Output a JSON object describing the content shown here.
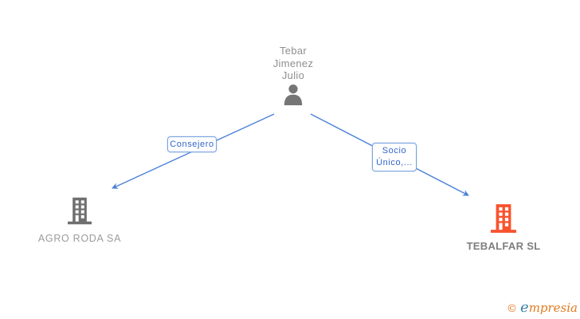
{
  "diagram": {
    "person": {
      "name": "Tebar\nJimenez\nJulio"
    },
    "edges": [
      {
        "label": "Consejero",
        "from": "Tebar Jimenez Julio",
        "to": "AGRO RODA SA"
      },
      {
        "label": "Socio Único,...",
        "from": "Tebar Jimenez Julio",
        "to": "TEBALFAR SL"
      }
    ],
    "companies": [
      {
        "name": "AGRO RODA SA"
      },
      {
        "name": "TEBALFAR SL"
      }
    ]
  },
  "footer": {
    "copyright": "©",
    "brand_initial": "e",
    "brand_rest": "mpresia"
  },
  "colors": {
    "edge": "#4a80d8",
    "label_text": "#3366cc",
    "label_border": "#7aa4e0",
    "person_icon": "#757575",
    "person_name_text": "#8f8f8f",
    "company_icon_gray": "#6f6f6f",
    "company_icon_orange": "#f9532e",
    "company_label_gray": "#9b9b9b",
    "company_label_bold": "#7e7e7e",
    "logo_orange": "#e07b20",
    "logo_blue": "#3e84ad",
    "background": "#ffffff"
  }
}
